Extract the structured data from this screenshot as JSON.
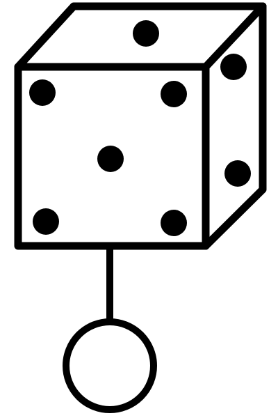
{
  "colors": {
    "stroke": "#000000",
    "fill": "#ffffff",
    "pip": "#000000"
  },
  "die": {
    "top_face_pips": 1,
    "front_face_pips": 5,
    "side_face_pips": 2
  },
  "pendant": {
    "shape": "circle",
    "filled": false
  }
}
